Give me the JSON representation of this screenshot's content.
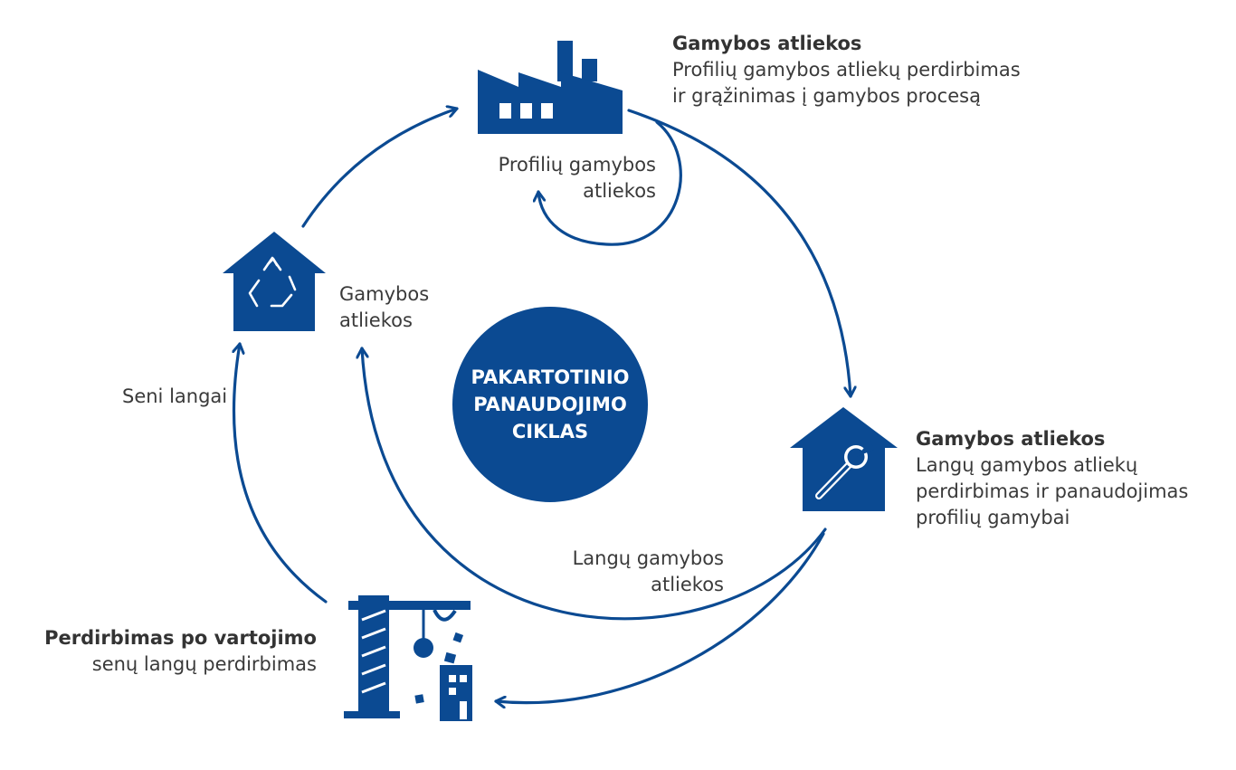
{
  "colors": {
    "primary": "#0b4a92",
    "text": "#333333",
    "background": "#ffffff"
  },
  "center": {
    "line1": "PAKARTOTINIO",
    "line2": "PANAUDOJIMO",
    "line3": "CIKLAS"
  },
  "factory": {
    "icon": "factory-icon",
    "title": "Gamybos atliekos",
    "line1": "Profilių gamybos atliekų perdirbimas",
    "line2": "ir grąžinimas į gamybos procesą",
    "loop_label_line1": "Profilių gamybos",
    "loop_label_line2": "atliekos"
  },
  "window_production": {
    "icon": "house-wrench-icon",
    "title": "Gamybos atliekos",
    "line1": "Langų gamybos atliekų",
    "line2": "perdirbimas ir panaudojimas",
    "line3": "profilių gamybai",
    "arrow_label_line1": "Langų gamybos",
    "arrow_label_line2": "atliekos"
  },
  "recycling_house": {
    "icon": "house-recycle-icon",
    "label_line1": "Gamybos",
    "label_line2": "atliekos"
  },
  "post_consumer": {
    "icon": "demolition-crane-icon",
    "title": "Perdirbimas po vartojimo",
    "line1": "senų langų perdirbimas",
    "arrow_label": "Seni langai"
  }
}
